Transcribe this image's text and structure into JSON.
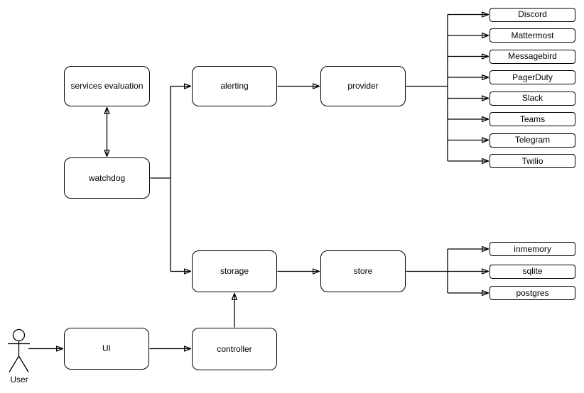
{
  "diagram": {
    "nodes": {
      "services_evaluation": {
        "label": "services evaluation"
      },
      "watchdog": {
        "label": "watchdog"
      },
      "alerting": {
        "label": "alerting"
      },
      "provider": {
        "label": "provider"
      },
      "storage": {
        "label": "storage"
      },
      "store": {
        "label": "store"
      },
      "ui": {
        "label": "UI"
      },
      "controller": {
        "label": "controller"
      }
    },
    "actor": {
      "label": "User"
    },
    "provider_targets": [
      "Discord",
      "Mattermost",
      "Messagebird",
      "PagerDuty",
      "Slack",
      "Teams",
      "Telegram",
      "Twilio"
    ],
    "store_targets": [
      "inmemory",
      "sqlite",
      "postgres"
    ],
    "colors": {
      "stroke": "#000000",
      "node_fill": "#ffffff",
      "background": "#ffffff",
      "text": "#000000"
    }
  }
}
